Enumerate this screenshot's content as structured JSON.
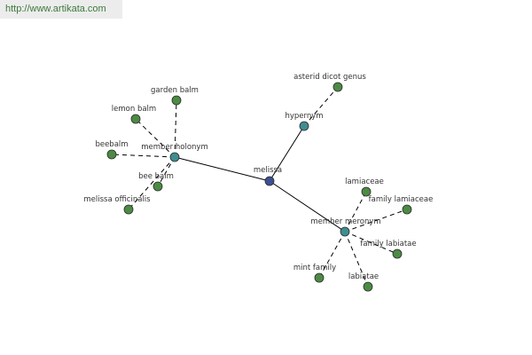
{
  "banner": {
    "url": "http://www.artikata.com"
  },
  "graph": {
    "colors": {
      "center_fill": "#3c4f91",
      "relation_fill": "#3f8d8f",
      "leaf_fill": "#4c8b43",
      "node_stroke": "#2b2b2b",
      "edge": "#000000"
    },
    "center": {
      "label": "melissa"
    },
    "relations": [
      {
        "id": "member-holonym",
        "label": "member holonym",
        "leaves": [
          "garden balm",
          "lemon balm",
          "beebalm",
          "bee balm",
          "melissa officinalis"
        ]
      },
      {
        "id": "hypernym",
        "label": "hypernym",
        "leaves": [
          "asterid dicot genus"
        ]
      },
      {
        "id": "member-meronym",
        "label": "member meronym",
        "leaves": [
          "lamiaceae",
          "family lamiaceae",
          "family labiatae",
          "labiatae",
          "mint family"
        ]
      }
    ]
  }
}
